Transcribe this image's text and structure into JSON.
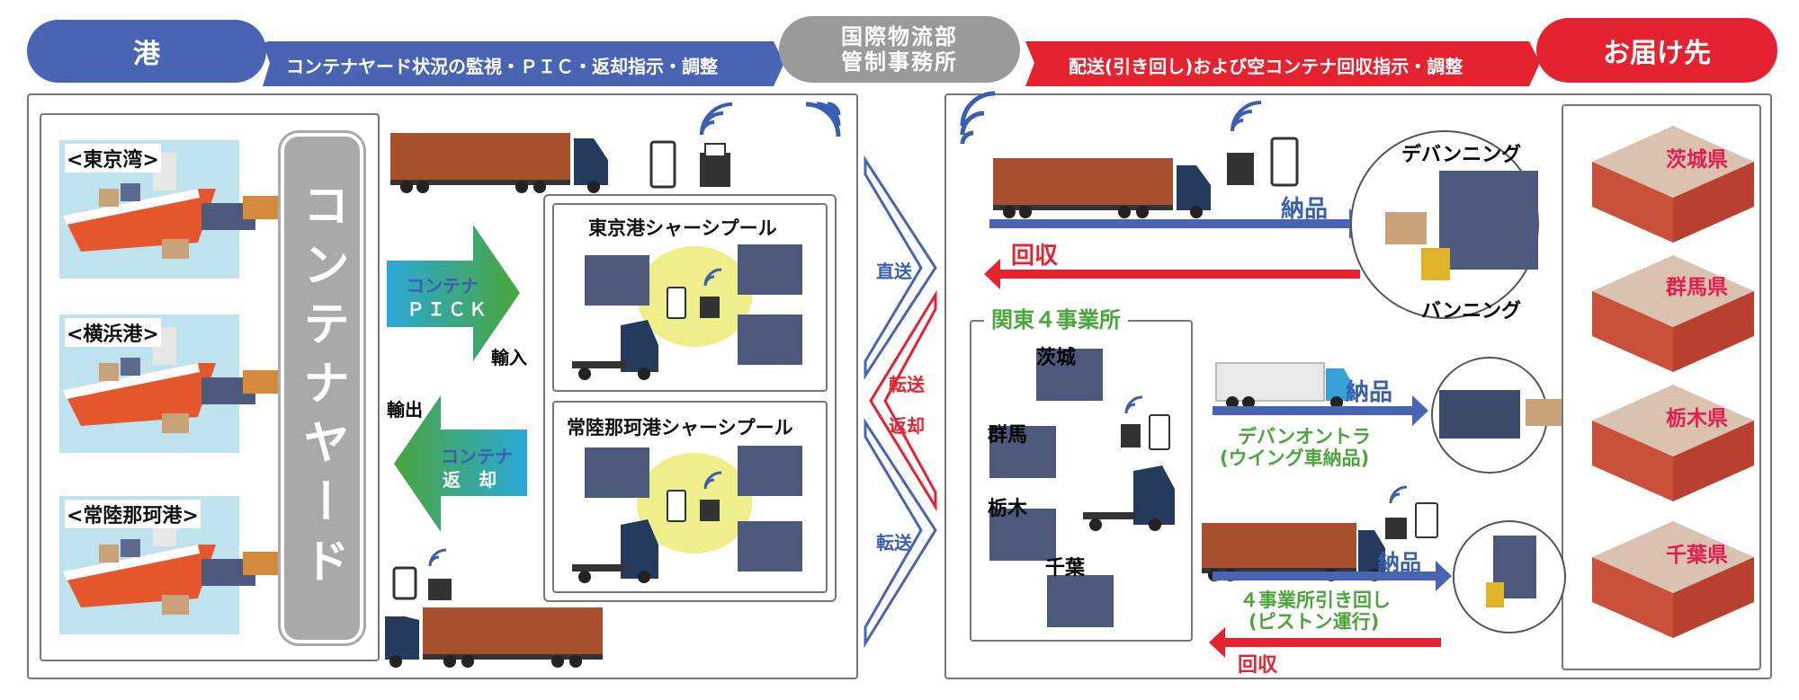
{
  "header": {
    "port_label": "港",
    "left_banner": "コンテナヤード状況の監視・ＰＩＣ・返却指示・調整",
    "center_line1": "国際物流部",
    "center_line2": "管制事務所",
    "right_banner": "配送(引き回し)および空コンテナ回収指示・調整",
    "dest_label": "お届け先"
  },
  "ports": [
    "<東京湾>",
    "<横浜港>",
    "<常陸那珂港>"
  ],
  "yard_label": "コンテナヤード",
  "pick_arrow": {
    "line1": "コンテナ",
    "line2": "ＰＩＣＫ"
  },
  "return_arrow": {
    "line1": "コンテナ",
    "line2": "返　却"
  },
  "import_label": "輸入",
  "export_label": "輸出",
  "chassis_pools": [
    "東京港シャーシプール",
    "常陸那珂港シャーシプール"
  ],
  "middle_arrows": {
    "direct": "直送",
    "transfer_return_1": "転送",
    "transfer_return_2": "返却",
    "transfer": "転送"
  },
  "right": {
    "devanning": "デバンニング",
    "vanning": "バンニング",
    "delivery_1": "納品",
    "collect_1": "回収",
    "kanto_title": "関東４事業所",
    "offices": [
      "茨城",
      "群馬",
      "栃木",
      "千葉"
    ],
    "delivery_2": "納品",
    "devan_truck_1": "デバンオントラ",
    "devan_truck_2": "(ウイング車納品)",
    "delivery_3": "納品",
    "piston_1": "４事業所引き回し",
    "piston_2": "(ピストン運行)",
    "collect_2": "回収"
  },
  "destinations": [
    "茨城県",
    "群馬県",
    "栃木県",
    "千葉県"
  ],
  "colors": {
    "blue": "#4a64b4",
    "red": "#e52330",
    "gray": "#9a9a9a",
    "green": "#4aa63a",
    "container": "#4e5a7d",
    "chassis_pool_bg": "#eeee8a"
  }
}
